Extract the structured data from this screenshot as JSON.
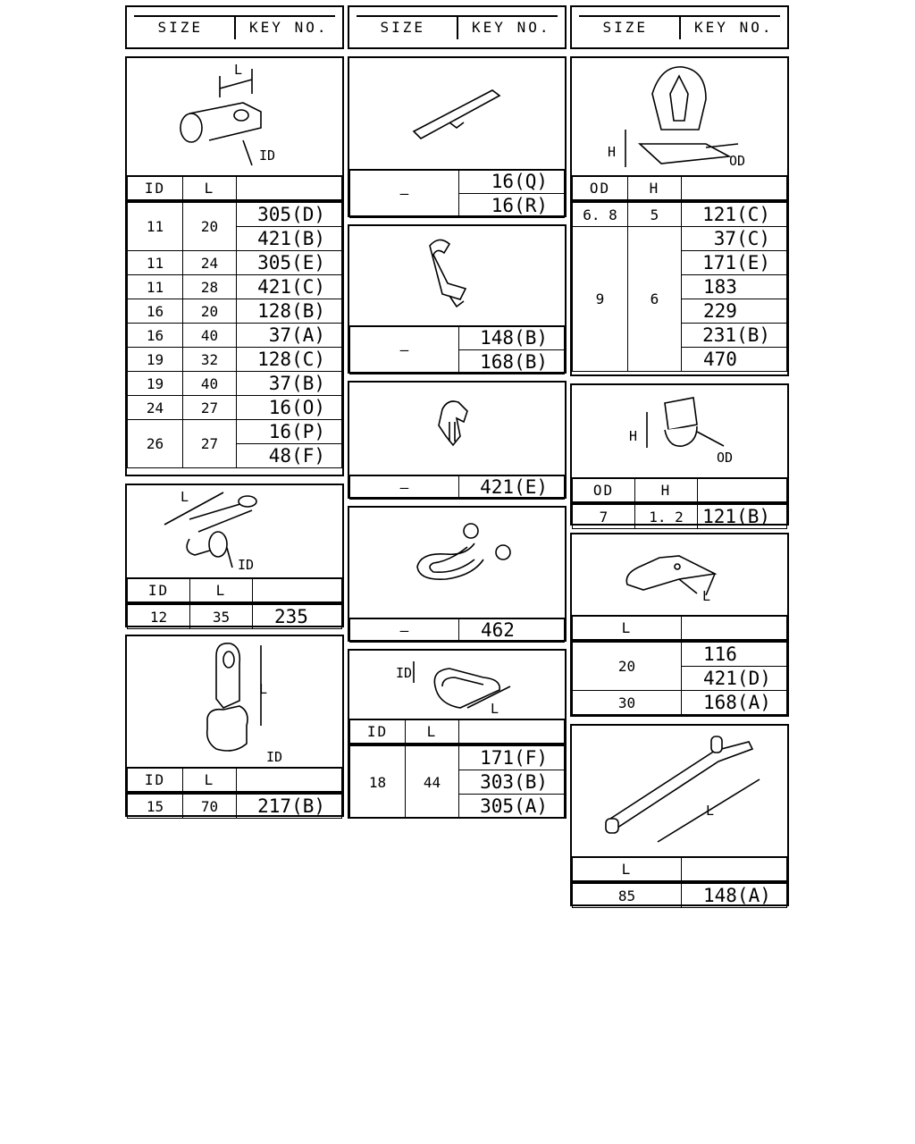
{
  "headers": {
    "size": "SIZE",
    "key": "KEY NO."
  },
  "labels": {
    "id": "ID",
    "l": "L",
    "od": "OD",
    "h": "H",
    "dash": "–"
  },
  "col1": {
    "p1": {
      "rows": [
        {
          "id": "11",
          "l": "20",
          "keys": [
            "305(D)",
            "421(B)"
          ]
        },
        {
          "id": "11",
          "l": "24",
          "keys": [
            "305(E)"
          ]
        },
        {
          "id": "11",
          "l": "28",
          "keys": [
            "421(C)"
          ]
        },
        {
          "id": "16",
          "l": "20",
          "keys": [
            "128(B)"
          ]
        },
        {
          "id": "16",
          "l": "40",
          "keys": [
            "37(A)"
          ]
        },
        {
          "id": "19",
          "l": "32",
          "keys": [
            "128(C)"
          ]
        },
        {
          "id": "19",
          "l": "40",
          "keys": [
            "37(B)"
          ]
        },
        {
          "id": "24",
          "l": "27",
          "keys": [
            "16(O)"
          ]
        },
        {
          "id": "26",
          "l": "27",
          "keys": [
            "16(P)",
            "48(F)"
          ]
        }
      ]
    },
    "p2": {
      "id": "12",
      "l": "35",
      "key": "235"
    },
    "p3": {
      "id": "15",
      "l": "70",
      "key": "217(B)"
    }
  },
  "col2": {
    "p1": {
      "keys": [
        "16(Q)",
        "16(R)"
      ]
    },
    "p2": {
      "keys": [
        "148(B)",
        "168(B)"
      ]
    },
    "p3": {
      "key": "421(E)"
    },
    "p4": {
      "key": "462"
    },
    "p5": {
      "id": "18",
      "l": "44",
      "keys": [
        "171(F)",
        "303(B)",
        "305(A)"
      ]
    }
  },
  "col3": {
    "p1": {
      "row1": {
        "od": "6. 8",
        "h": "5",
        "key": "121(C)"
      },
      "row2": {
        "od": "9",
        "h": "6",
        "keys": [
          "37(C)",
          "171(E)",
          "183",
          "229",
          "231(B)",
          "470"
        ]
      }
    },
    "p2": {
      "od": "7",
      "h": "1. 2",
      "key": "121(B)"
    },
    "p3": {
      "rows": [
        {
          "l": "20",
          "keys": [
            "116",
            "421(D)"
          ]
        },
        {
          "l": "30",
          "keys": [
            "168(A)"
          ]
        }
      ]
    },
    "p4": {
      "l": "85",
      "key": "148(A)"
    }
  }
}
